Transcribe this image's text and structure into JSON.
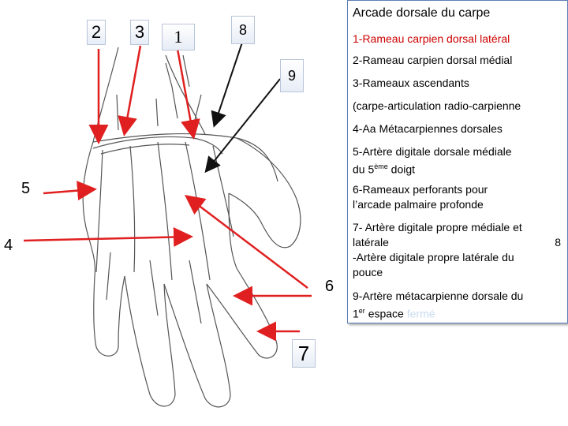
{
  "labels": {
    "n2": "2",
    "n3": "3",
    "n1": "1",
    "n8": "8",
    "n9": "9",
    "n5": "5",
    "n4": "4",
    "n6": "6",
    "n7": "7"
  },
  "legend": {
    "title": "Arcade dorsale du carpe",
    "item1": "1-Rameau carpien dorsal latéral",
    "item2": "2-Rameau carpien dorsal médial",
    "item3": "3-Rameaux ascendants",
    "item3b": "(carpe-articulation radio-carpienne",
    "item4": "4-Aa Métacarpiennes dorsales",
    "item5a": "5-Artère digitale dorsale médiale",
    "item5b_pre": "du 5",
    "item5b_sup": "ème",
    "item5b_post": " doigt",
    "item6a": "6-Rameaux perforants  pour",
    "item6b": "l’arcade palmaire profonde",
    "item7a": "7- Artère digitale propre médiale et",
    "item7b_text": "latérale",
    "item7b_num": "8",
    "item7c": "-Artère digitale propre latérale du",
    "item7d": "pouce",
    "item9a": "9-Artère métacarpienne dorsale du",
    "item9b_pre": "1",
    "item9b_sup": "er",
    "item9b_post": " espace ",
    "item9b_faint": "fermé"
  },
  "colors": {
    "arrow_red": "#e02020",
    "arrow_black": "#111111",
    "legend_border": "#5b7fb6",
    "legend_red_text": "#cc0000"
  }
}
